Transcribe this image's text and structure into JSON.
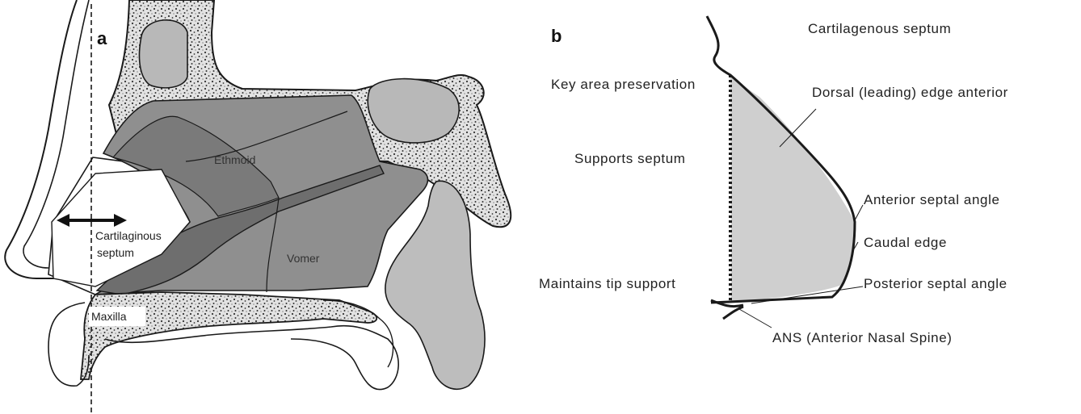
{
  "panel_a": {
    "letter": "a",
    "labels": {
      "ethmoid": "Ethmoid",
      "vomer": "Vomer",
      "cartilaginous_line1": "Cartilaginous",
      "cartilaginous_line2": "septum",
      "maxilla": "Maxilla"
    }
  },
  "panel_b": {
    "letter": "b",
    "labels": {
      "cartilagenous_septum": "Cartilagenous septum",
      "key_area": "Key area preservation",
      "dorsal_edge": "Dorsal (leading) edge anterior",
      "supports_septum": "Supports septum",
      "anterior_septal_angle": "Anterior septal angle",
      "caudal_edge": "Caudal edge",
      "maintains_tip": "Maintains tip support",
      "posterior_septal_angle": "Posterior septal angle",
      "ans": "ANS (Anterior Nasal Spine)"
    }
  },
  "colors": {
    "bone_fill": "#d4d4d4",
    "dark_gray": "#808080",
    "mid_gray": "#8f8f8f",
    "darker_gray": "#6e6e6e",
    "light_gray": "#bdbdbd",
    "cartilage_fill": "#c8c8c8",
    "stroke": "#1a1a1a"
  }
}
